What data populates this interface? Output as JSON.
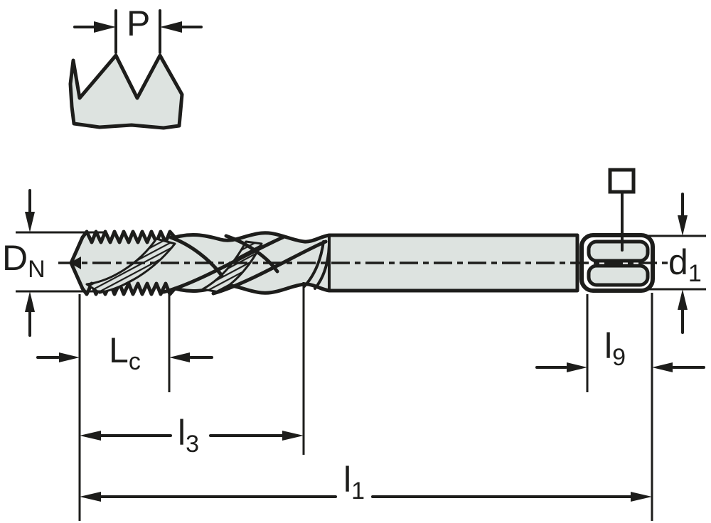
{
  "figure": {
    "kind": "technical dimensional drawing",
    "subject": "spiral-flute tap with thread-pitch detail"
  },
  "labels": {
    "pitch": {
      "base": "P",
      "sub": ""
    },
    "nominal_diameter": {
      "base": "D",
      "sub": "N"
    },
    "shank_diameter": {
      "base": "d",
      "sub": "1"
    },
    "chamfer_length": {
      "base": "L",
      "sub": "c"
    },
    "flute_length": {
      "base": "l",
      "sub": "3"
    },
    "overall_length": {
      "base": "l",
      "sub": "1"
    },
    "square_length": {
      "base": "l",
      "sub": "9"
    }
  },
  "colors": {
    "line": "#1d1d1b",
    "metal_fill": "#dde3e0",
    "background": "#ffffff"
  }
}
